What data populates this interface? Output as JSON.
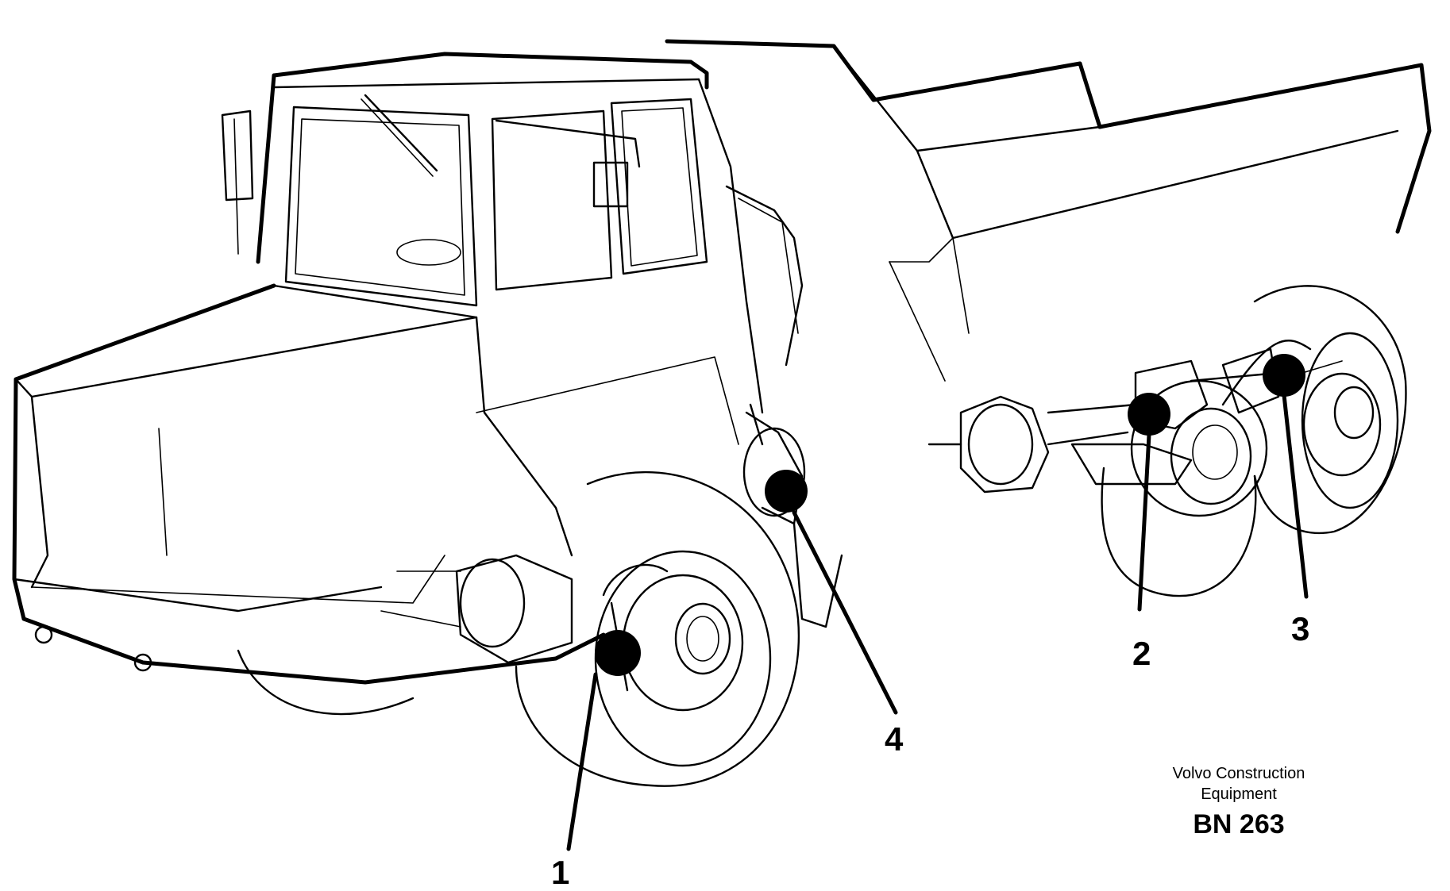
{
  "callouts": [
    {
      "id": "1",
      "label": "1"
    },
    {
      "id": "2",
      "label": "2"
    },
    {
      "id": "3",
      "label": "3"
    },
    {
      "id": "4",
      "label": "4"
    }
  ],
  "caption": {
    "line1": "Volvo Construction",
    "line2": "Equipment",
    "code": "BN 263"
  }
}
